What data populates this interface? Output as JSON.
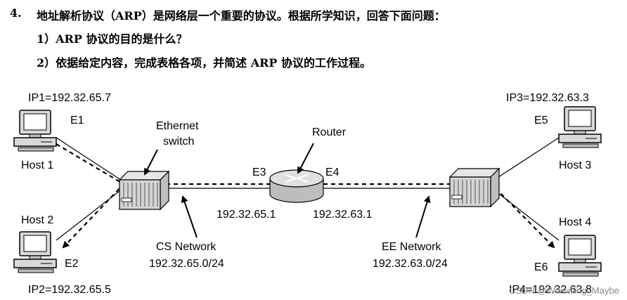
{
  "question": {
    "number": "4.",
    "text": "地址解析协议（ARP）是网络层一个重要的协议。根据所学知识，回答下面问题：",
    "sub1": "1）ARP 协议的目的是什么？",
    "sub2": "2）依据给定内容，完成表格各项，并简述 ARP 协议的工作过程。"
  },
  "diagram": {
    "host1": {
      "name": "Host 1",
      "ip": "IP1=192.32.65.7",
      "mac": "E1"
    },
    "host2": {
      "name": "Host 2",
      "ip": "IP2=192.32.65.5",
      "mac": "E2"
    },
    "host3": {
      "name": "Host 3",
      "ip": "IP3=192.32.63.3",
      "mac": "E5"
    },
    "host4": {
      "name": "Host 4",
      "ip": "IP4=192.32.63.8",
      "mac": "E6"
    },
    "switch_label_line1": "Ethernet",
    "switch_label_line2": "switch",
    "router": {
      "name": "Router",
      "left_mac": "E3",
      "right_mac": "E4",
      "left_ip": "192.32.65.1",
      "right_ip": "192.32.63.1"
    },
    "cs_network": {
      "name": "CS Network",
      "address": "192.32.65.0/24"
    },
    "ee_network": {
      "name": "EE Network",
      "address": "192.32.63.0/24"
    }
  },
  "watermark": "CSDN @Wwwilling_Maybe"
}
